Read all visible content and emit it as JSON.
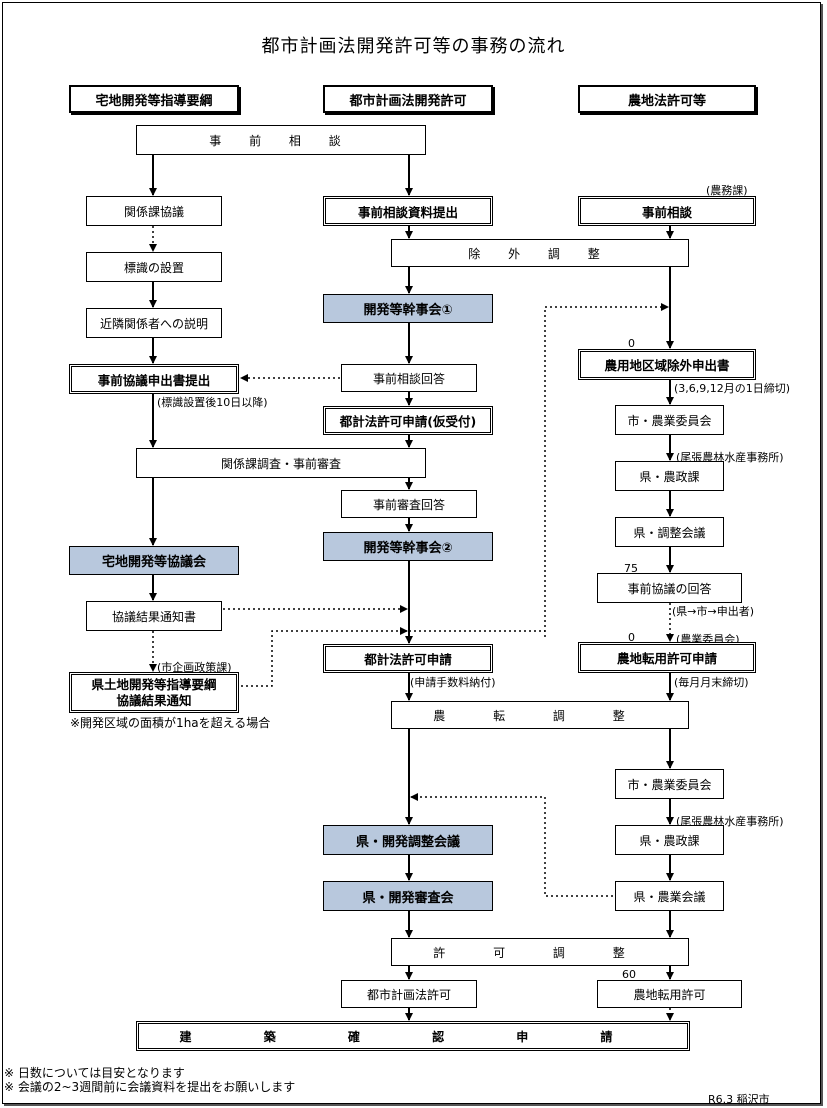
{
  "title": "都市計画法開発許可等の事務の流れ",
  "headers": {
    "col1": "宅地開発等指導要綱",
    "col2": "都市計画法開発許可",
    "col3": "農地法許可等"
  },
  "boxes": {
    "jizen_soudan_top": "事 前 相 談",
    "kankeika_kyougi": "関係課協議",
    "hyoushiki": "標識の設置",
    "kinrin": "近隣関係者への説明",
    "jizen_kyougi_moushide": "事前協議申出書提出",
    "kankeika_chousa": "関係課調査・事前審査",
    "takuchi_kyougikai": "宅地開発等協議会",
    "kyougi_kekka": "協議結果通知書",
    "ken_youkou_line1": "県土地開発等指導要綱",
    "ken_youkou_line2": "協議結果通知",
    "jizen_shiryou": "事前相談資料提出",
    "jogai_chousei": "除 外 調 整",
    "kanji_1": "開発等幹事会①",
    "jizen_kaitou": "事前相談回答",
    "tokeihou_kari": "都計法許可申請(仮受付)",
    "jizen_shinsa_kaitou": "事前審査回答",
    "kanji_2": "開発等幹事会②",
    "tokeihou_shinsei": "都計法許可申請",
    "nouten_chousei": "農 転 調 整",
    "ken_chousei_kaigi": "県・開発調整会議",
    "ken_shinsa_kai": "県・開発審査会",
    "kyoka_chousei": "許 可 調 整",
    "toshi_kyoka": "都市計画法許可",
    "kenchiku": "建 築 確 認 申 請",
    "nouka_jizen": "事前相談",
    "nouyou_jogai": "農用地区域除外申出書",
    "shi_nougyou_1": "市・農業委員会",
    "ken_nousei_1": "県・農政課",
    "ken_chousei": "県・調整会議",
    "jizen_kyougi_kaitou": "事前協議の回答",
    "nouten_shinsei": "農地転用許可申請",
    "shi_nougyou_2": "市・農業委員会",
    "ken_nousei_2": "県・農政課",
    "ken_nougyou_kaigi": "県・農業会議",
    "nouchi_kyoka": "農地転用許可"
  },
  "notes": {
    "noumuka": "(農務課)",
    "hyoushiki_10": "(標識設置後10日以降)",
    "shimekiri_1": "(3,6,9,12月の1日締切)",
    "owari_1": "(尾張農林水産事務所)",
    "ken_shi": "(県→市→申出者)",
    "nougyou_iinkai": "(農業委員会)",
    "kikaku": "(市企画政策課)",
    "tesuuryou": "(申請手数料納付)",
    "maitsuki": "(毎月月末締切)",
    "owari_2": "(尾張農林水産事務所)",
    "over_1ha": "※開発区域の面積が1haを超える場合",
    "footer_1": "※ 日数については目安となります",
    "footer_2": "※ 会議の2~3週間前に会議資料を提出をお願いします",
    "stamp": "R6.3 稲沢市"
  },
  "day_counts": {
    "d0_a": "0",
    "d75": "75",
    "d0_b": "0",
    "d60": "60"
  }
}
